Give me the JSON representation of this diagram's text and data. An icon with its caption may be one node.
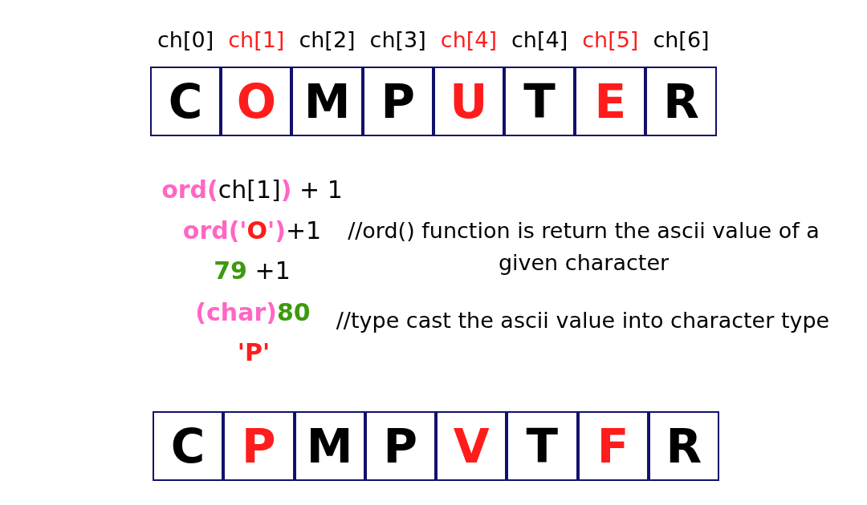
{
  "diagram": {
    "nodes": [
      {
        "text": [
          "C"
        ],
        "beside": [
          "ch[0]"
        ]
      },
      {
        "text": [
          "O"
        ],
        "beside": [
          "ch[1]"
        ]
      },
      {
        "text": [
          "M"
        ],
        "beside": [
          "ch[2]"
        ]
      },
      {
        "text": [
          "P"
        ],
        "beside": [
          "ch[3]"
        ]
      },
      {
        "text": [
          "U"
        ],
        "beside": [
          "ch[4]"
        ]
      },
      {
        "text": [
          "T"
        ],
        "beside": [
          "ch[4]"
        ]
      },
      {
        "text": [
          "E"
        ],
        "beside": [
          "ch[5]"
        ]
      },
      {
        "text": [
          "R"
        ],
        "beside": [
          "ch[6]"
        ]
      },
      {
        "text": [
          "C"
        ]
      },
      {
        "text": [
          "P"
        ]
      },
      {
        "text": [
          "M"
        ]
      },
      {
        "text": [
          "P"
        ]
      },
      {
        "text": [
          "V"
        ]
      },
      {
        "text": [
          "T"
        ]
      },
      {
        "text": [
          "F"
        ]
      },
      {
        "text": [
          "R"
        ]
      }
    ],
    "labels": [
      "**ord(**ch[1]**)** + 1",
      "**ord('O')**+1",
      "//ord() function is return the ascii value of a given character",
      "**79** +1",
      "(char)80",
      "//type cast the ascii value into character type",
      "'P'"
    ]
  }
}
